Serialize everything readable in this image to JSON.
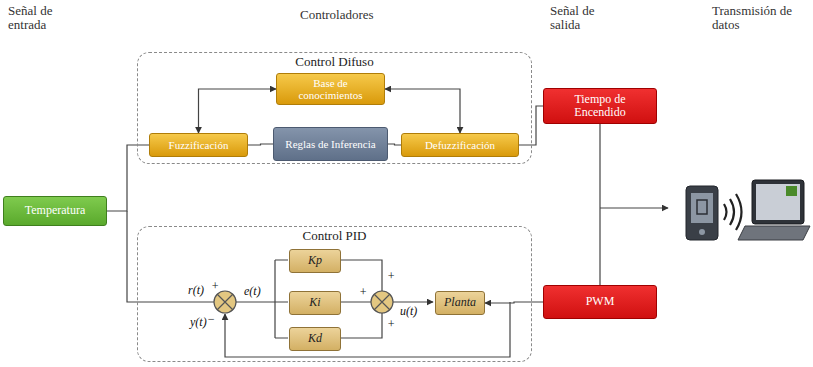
{
  "diagram": {
    "nodes": [
      {
        "text": [
          "Temperatura"
        ]
      },
      {
        "text": [
          "Control Difuso"
        ]
      },
      {
        "text": [
          "Base de conocimientos"
        ],
        "in": 1
      },
      {
        "text": [
          "Fuzzificación"
        ],
        "in": 1
      },
      {
        "text": [
          "Reglas de Inferencia"
        ],
        "in": 1
      },
      {
        "text": [
          "Defuzzificación"
        ],
        "in": 1
      },
      {
        "text": [
          "Tiempo de Encendido"
        ]
      },
      {
        "text": [
          "Control PID"
        ]
      },
      {
        "text": [
          "Kp"
        ],
        "in": 7
      },
      {
        "text": [
          "Ki"
        ],
        "in": 7
      },
      {
        "text": [
          "Kd"
        ],
        "in": 7
      },
      {
        "text": [
          "Planta"
        ],
        "in": 7
      },
      {
        "text": [
          "PWM"
        ]
      }
    ],
    "edges": [
      {
        "from": 0,
        "to": 3,
        "arrow": "none"
      },
      {
        "from": 3,
        "to": 4,
        "arrow": "none"
      },
      {
        "from": 4,
        "to": 5,
        "arrow": "none"
      },
      {
        "from": 2,
        "to": 3,
        "arrow": "both"
      },
      {
        "from": 2,
        "to": 5,
        "arrow": "both"
      },
      {
        "from": 5,
        "to": 6,
        "arrow": "none"
      },
      {
        "from": 12,
        "to": 11,
        "arrow": "to"
      }
    ],
    "labels": [
      "Señal de entrada",
      "Controladores",
      "Señal de salida",
      "Transmisión de datos",
      "r(t)",
      "+",
      "y(t)",
      "−",
      "e(t)",
      "+",
      "+",
      "+",
      "u(t)"
    ]
  }
}
